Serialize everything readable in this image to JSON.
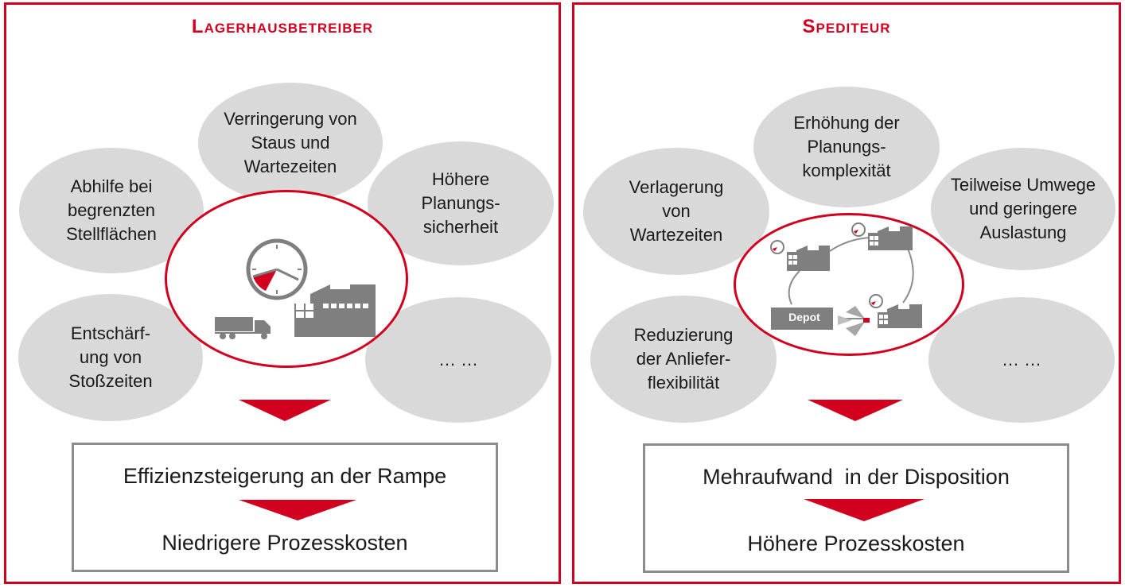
{
  "left": {
    "title": "Lagerhausbetreiber",
    "bubbles": {
      "top": "Verringerung von\nStaus und\nWartezeiten",
      "upper_left": "Abhilfe bei\nbegrenzten\nStellflächen",
      "upper_right": "Höhere\nPlanungs-\nsicherheit",
      "lower_left": "Entschärf-\nung von\nStoßzeiten",
      "lower_right": "… …"
    },
    "result": {
      "line1": "Effizienzsteigerung an der Rampe",
      "line2": "Niedrigere Prozesskosten"
    }
  },
  "right": {
    "title": "Spediteur",
    "bubbles": {
      "top": "Erhöhung der\nPlanungs-\nkomplexität",
      "upper_left": "Verlagerung\nvon\nWartezeiten",
      "upper_right": "Teilweise Umwege\nund geringere\nAuslastung",
      "lower_left": "Reduzierung\nder Anliefer-\nflexibilität",
      "lower_right": "… …"
    },
    "depot_label": "Depot",
    "result": {
      "line1": "Mehraufwand  in der Disposition",
      "line2": "Höhere Prozesskosten"
    }
  },
  "colors": {
    "accent": "#d2001e",
    "bubble": "#d9d9d9",
    "icon": "#7f7f7f",
    "box_border": "#8c8c8c"
  }
}
